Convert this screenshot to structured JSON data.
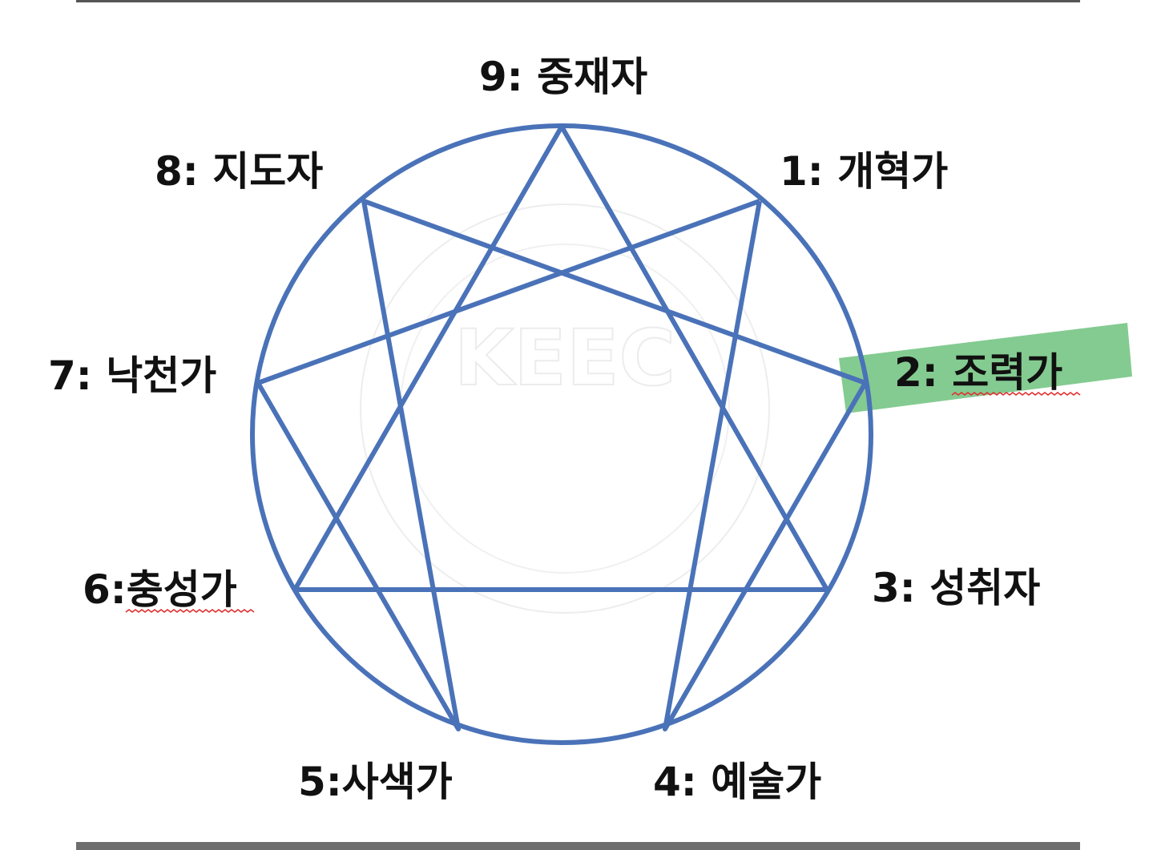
{
  "diagram": {
    "colors": {
      "line": "#4a72b8",
      "highlight": "#6ec27e",
      "label": "#111111",
      "watermark": "#ececec",
      "spellcheck": "#e03030"
    },
    "watermark": {
      "text": "KEEC"
    },
    "types": [
      {
        "number": 9,
        "label": "9: 중재자"
      },
      {
        "number": 1,
        "label": "1: 개혁가"
      },
      {
        "number": 2,
        "label": "2: 조력가",
        "highlighted": true,
        "spellcheck_underline": true
      },
      {
        "number": 3,
        "label": "3: 성취자"
      },
      {
        "number": 4,
        "label": "4: 예술가"
      },
      {
        "number": 5,
        "label": "5:사색가"
      },
      {
        "number": 6,
        "label": "6:충성가",
        "spellcheck_underline": true
      },
      {
        "number": 7,
        "label": "7: 낙천가"
      },
      {
        "number": 8,
        "label": "8: 지도자"
      }
    ],
    "hexad_sequence": [
      1,
      4,
      2,
      8,
      5,
      7,
      1
    ],
    "triangle_sequence": [
      3,
      6,
      9,
      3
    ]
  }
}
